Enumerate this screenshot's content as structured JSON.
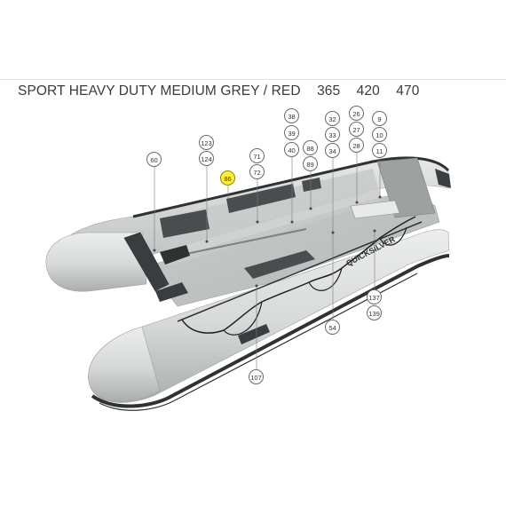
{
  "title": "SPORT HEAVY DUTY MEDIUM GREY / RED",
  "sizes": [
    "365",
    "420",
    "470"
  ],
  "hull_brand": "QUICKSILVER",
  "colors": {
    "tube": "#d9dcdb",
    "tube_shadow": "#b9bdbc",
    "rubstrake": "#2f3133",
    "patch": "#4a4d50",
    "highlight": "#ffef3a"
  },
  "callouts": {
    "c60": "60",
    "c123": "123",
    "c124": "124",
    "c86": "86",
    "c71": "71",
    "c72": "72",
    "c38": "38",
    "c39": "39",
    "c40": "40",
    "c88": "88",
    "c89": "89",
    "c32": "32",
    "c33": "33",
    "c34": "34",
    "c26": "26",
    "c27": "27",
    "c28": "28",
    "c9": "9",
    "c10": "10",
    "c11": "11",
    "c137": "137",
    "c139": "139",
    "c54": "54",
    "c107": "107"
  }
}
